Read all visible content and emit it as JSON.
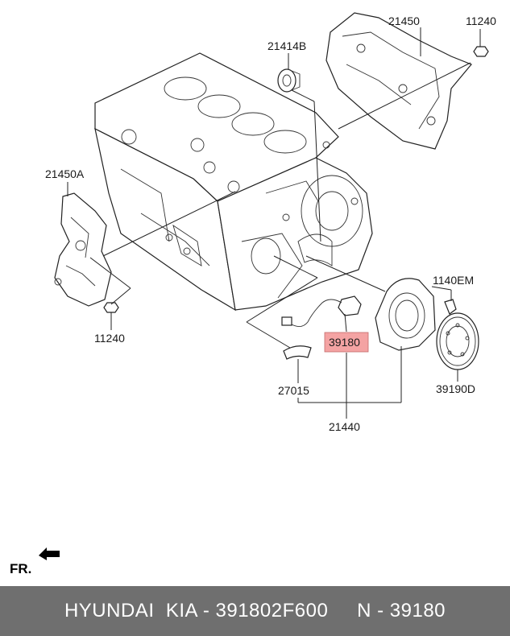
{
  "labels": {
    "p21450": "21450",
    "p11240_top": "11240",
    "p21414B": "21414B",
    "p21450A": "21450A",
    "p11240_left": "11240",
    "p1140EM": "1140EM",
    "p39180": "39180",
    "p39190D": "39190D",
    "p27015": "27015",
    "p21440": "21440"
  },
  "highlight_color": "#f4a3a3",
  "direction_marker": "FR.",
  "footer": {
    "text": "HYUNDAI  KIA - 391802F600     N - 39180"
  }
}
